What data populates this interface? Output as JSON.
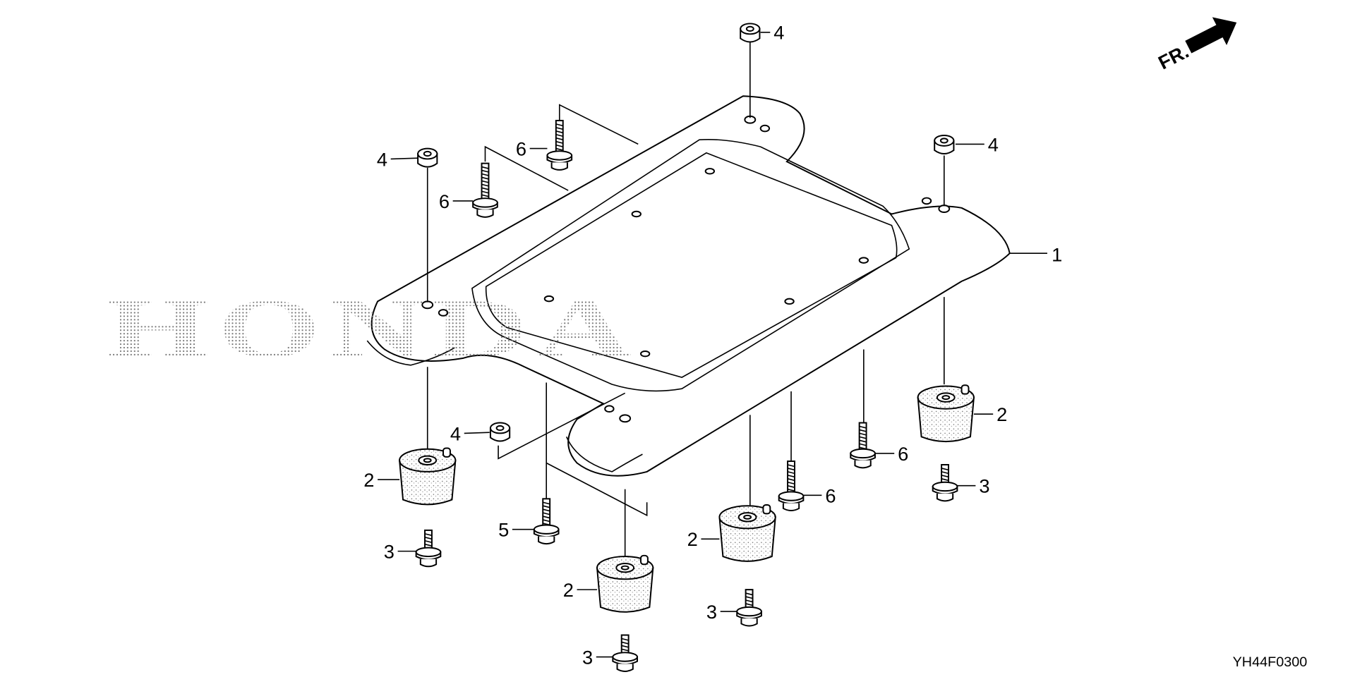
{
  "diagram": {
    "watermark": "HONDA",
    "front_indicator": "FR.",
    "figure_code": "YH44F0300",
    "callouts": {
      "frame": "1",
      "rubber_mount": "2",
      "mount_bolt": "3",
      "nut": "4",
      "bolt_5": "5",
      "flange_bolt": "6"
    }
  }
}
